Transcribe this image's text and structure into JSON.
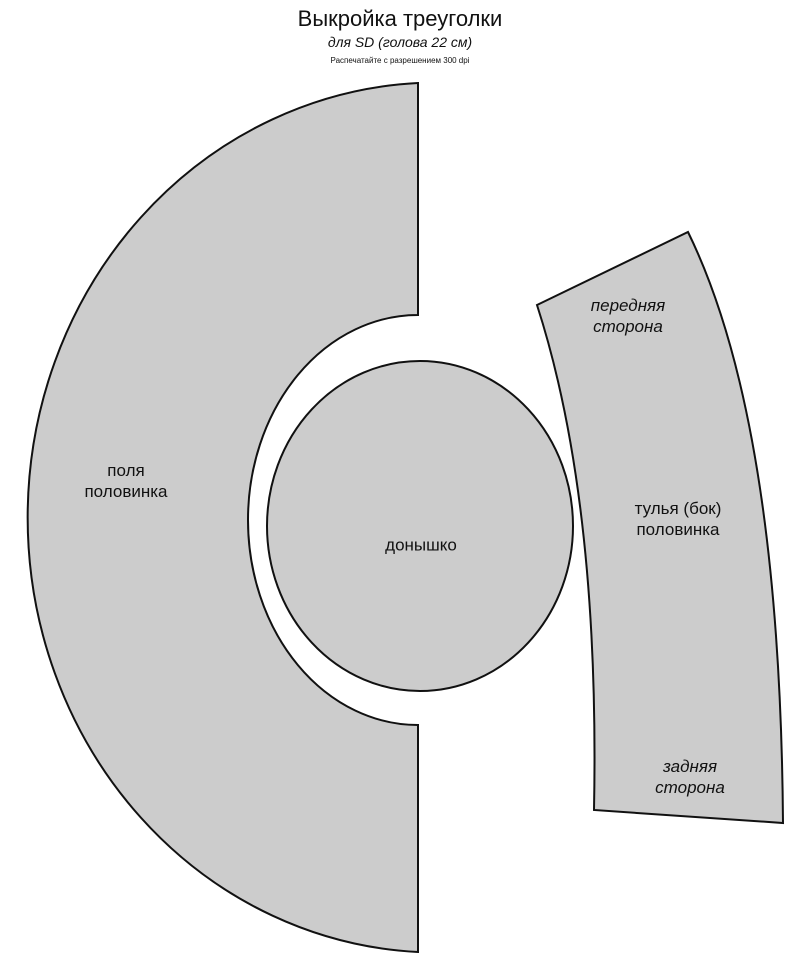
{
  "header": {
    "title": "Выкройка треуголки",
    "subtitle": "для SD (голова 22 см)",
    "note": "Распечатайте с разрешением 300 dpi"
  },
  "pieces": {
    "brim": {
      "line1": "поля",
      "line2": "половинка"
    },
    "crown_top": {
      "label": "донышко"
    },
    "side_band": {
      "front_line1": "передняя",
      "front_line2": "сторона",
      "main_line1": "тулья (бок)",
      "main_line2": "половинка",
      "back_line1": "задняя",
      "back_line2": "сторона"
    }
  },
  "colors": {
    "fill": "#cccccc",
    "stroke": "#111111"
  }
}
